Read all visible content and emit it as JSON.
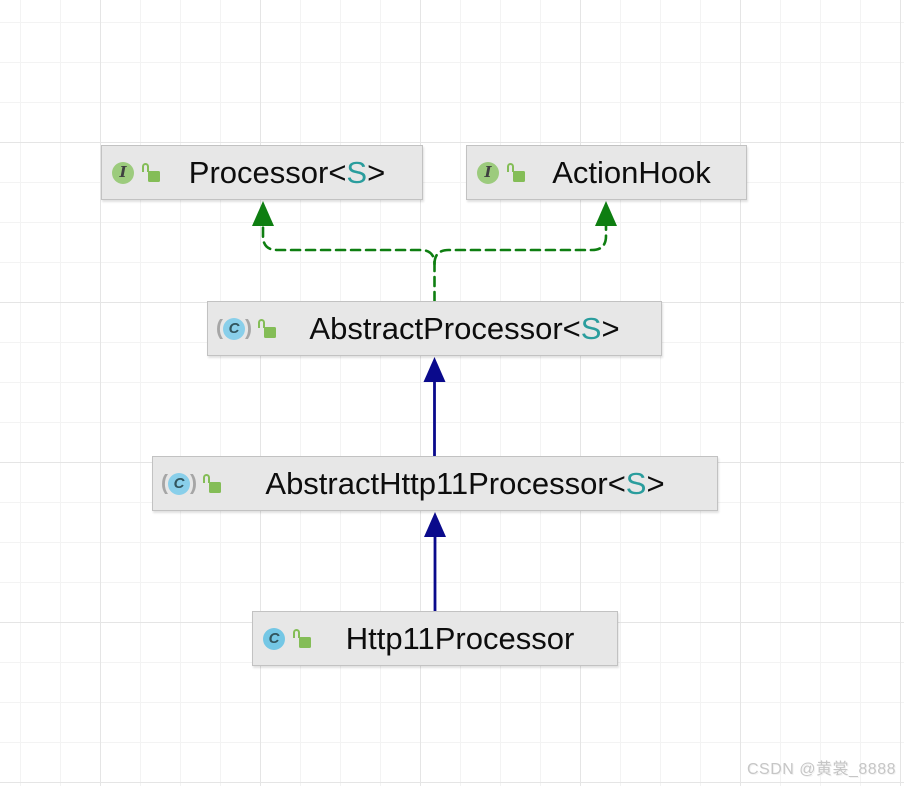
{
  "diagram": {
    "nodes": [
      {
        "id": "processor",
        "kind": "interface",
        "name": "Processor",
        "generic": "S",
        "visibility": "public"
      },
      {
        "id": "actionhook",
        "kind": "interface",
        "name": "ActionHook",
        "generic": "",
        "visibility": "public"
      },
      {
        "id": "abstractprocessor",
        "kind": "abstract-class",
        "name": "AbstractProcessor",
        "generic": "S",
        "visibility": "public"
      },
      {
        "id": "abstracthttp11processor",
        "kind": "abstract-class",
        "name": "AbstractHttp11Processor",
        "generic": "S",
        "visibility": "public"
      },
      {
        "id": "http11processor",
        "kind": "class",
        "name": "Http11Processor",
        "generic": "",
        "visibility": "public"
      }
    ],
    "edges": [
      {
        "from": "AbstractProcessor",
        "to": "Processor",
        "type": "implements"
      },
      {
        "from": "AbstractProcessor",
        "to": "ActionHook",
        "type": "implements"
      },
      {
        "from": "AbstractHttp11Processor",
        "to": "AbstractProcessor",
        "type": "extends"
      },
      {
        "from": "Http11Processor",
        "to": "AbstractHttp11Processor",
        "type": "extends"
      }
    ]
  },
  "icons": {
    "interface_letter": "I",
    "class_letter": "C",
    "lock_icon": "unlocked-public-icon"
  },
  "syntax": {
    "angle_open": "<",
    "angle_close": ">"
  },
  "colors": {
    "node-bg": "#e7e7e7",
    "node-border": "#c2c2c2",
    "node-text": "#0d0d0d",
    "type-param": "#2a9d9d",
    "interface-icon-bg": "#9ccb7d",
    "class-icon-bg": "#74c7e5",
    "abstract-icon-bg": "#89cfea",
    "lock-green": "#84bd57",
    "implements-green": "#0e7e11",
    "extends-navy": "#0a0a8c",
    "grid-minor": "#f3f3f3",
    "grid-major": "#e5e5e5",
    "watermark-gray": "#c6c6c6"
  },
  "watermark": {
    "text": "CSDN @黄裳_8888"
  }
}
